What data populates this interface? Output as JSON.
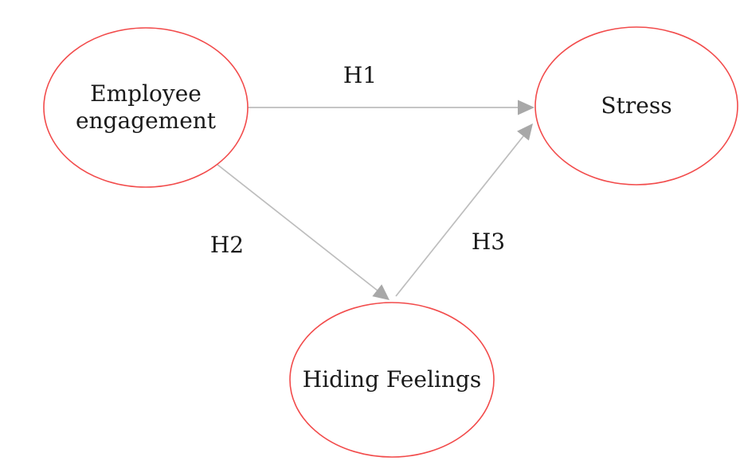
{
  "diagram": {
    "type": "path-model",
    "nodes": [
      {
        "id": "employee-engagement",
        "label": "Employee engagement",
        "shape": "ellipse"
      },
      {
        "id": "stress",
        "label": "Stress",
        "shape": "ellipse"
      },
      {
        "id": "hiding-feelings",
        "label": "Hiding Feelings",
        "shape": "ellipse"
      }
    ],
    "edges": [
      {
        "id": "h1",
        "label": "H1",
        "from": "employee-engagement",
        "to": "stress"
      },
      {
        "id": "h2",
        "label": "H2",
        "from": "employee-engagement",
        "to": "hiding-feelings"
      },
      {
        "id": "h3",
        "label": "H3",
        "from": "hiding-feelings",
        "to": "stress"
      }
    ],
    "colors": {
      "node_stroke": "#f24b4b",
      "node_fill": "#ffffff",
      "edge_line": "#bdbdbd",
      "arrowhead": "#a8a8a8",
      "text": "#1a1a1a",
      "background": "#ffffff"
    }
  }
}
